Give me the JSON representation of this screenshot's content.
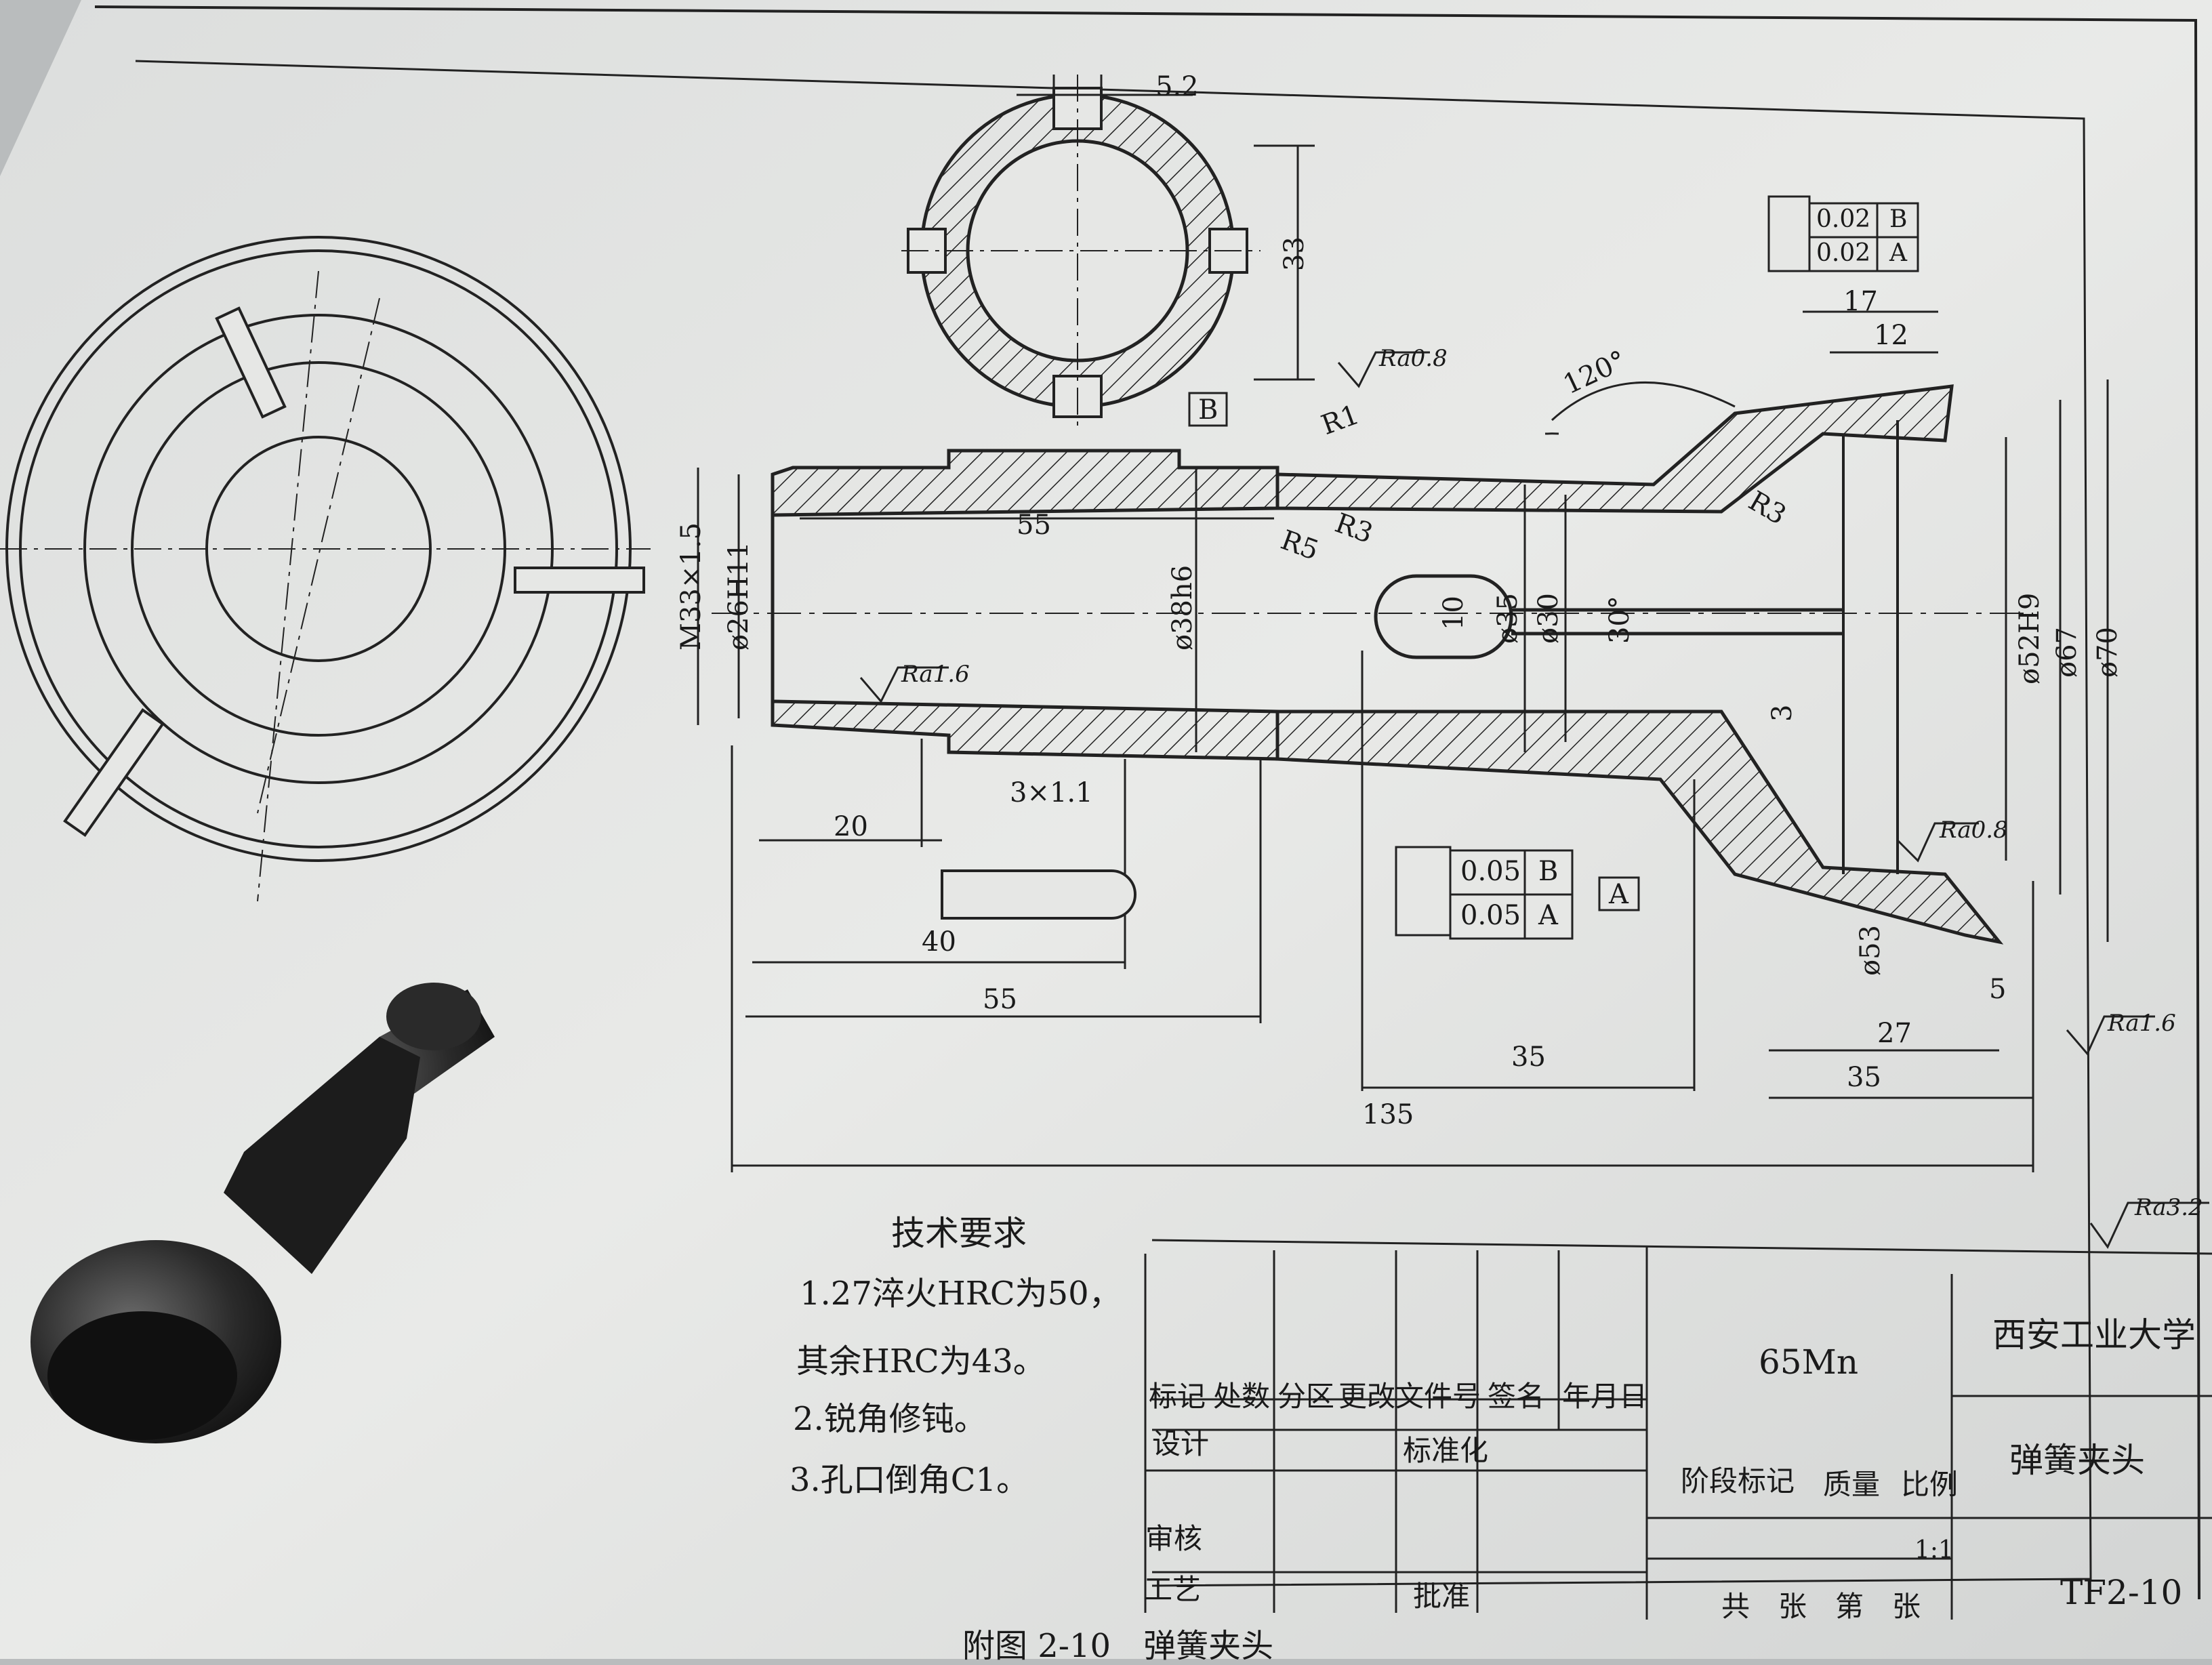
{
  "drawing": {
    "sections": {
      "label_b": "B",
      "label_a": "A"
    },
    "dimensions": {
      "slot_width": "5.2",
      "section_height": "33",
      "thread": "M33×1.5",
      "bore": "ø26H11",
      "bore_length": "55",
      "shank_dia": "ø38h6",
      "radius_r1": "R1",
      "radius_r3a": "R3",
      "radius_r5": "R5",
      "radius_r3b": "R3",
      "slot_10": "10",
      "dia_35": "ø35",
      "dia_30": "ø30",
      "angle_30": "30°",
      "angle_120": "120°",
      "len_17": "17",
      "len_12": "12",
      "dim_3": "3",
      "dia_52": "ø52H9",
      "dia_67": "ø67",
      "dia_70": "ø70",
      "dia_53": "ø53",
      "groove": "3×1.1",
      "len_20": "20",
      "len_40": "40",
      "len_55b": "55",
      "len_35a": "35",
      "len_27": "27",
      "len_5": "5",
      "len_35b": "35",
      "len_135": "135"
    },
    "roughness": {
      "ra08_top": "Ra0.8",
      "ra16_left": "Ra1.6",
      "ra08_right": "Ra0.8",
      "ra16_right": "Ra1.6",
      "ra32": "Ra3.2"
    },
    "tolerance_top": [
      {
        "value": "0.02",
        "datum": "B"
      },
      {
        "value": "0.02",
        "datum": "A"
      }
    ],
    "tolerance_bottom": [
      {
        "value": "0.05",
        "datum": "B"
      },
      {
        "value": "0.05",
        "datum": "A"
      }
    ]
  },
  "notes": {
    "title": "技术要求",
    "line1": "1.27淬火HRC为50，",
    "line2": "其余HRC为43。",
    "line3": "2.锐角修钝。",
    "line4": "3.孔口倒角C1。"
  },
  "title_block": {
    "h_mark": "标记",
    "h_count": "处数",
    "h_zone": "分区",
    "h_doc": "更改文件号",
    "h_sign": "签名",
    "h_date": "年月日",
    "design": "设计",
    "standard": "标准化",
    "review": "审核",
    "process": "工艺",
    "approve": "批准",
    "material": "65Mn",
    "stage": "阶段标记",
    "mass": "质量",
    "scale_label": "比例",
    "scale_value": "1:1",
    "sheets": "共　张　第　张",
    "school": "西安工业大学",
    "part_name": "弹簧夹头",
    "drawing_no": "TF2-10"
  },
  "caption": "附图 2-10　弹簧夹头"
}
